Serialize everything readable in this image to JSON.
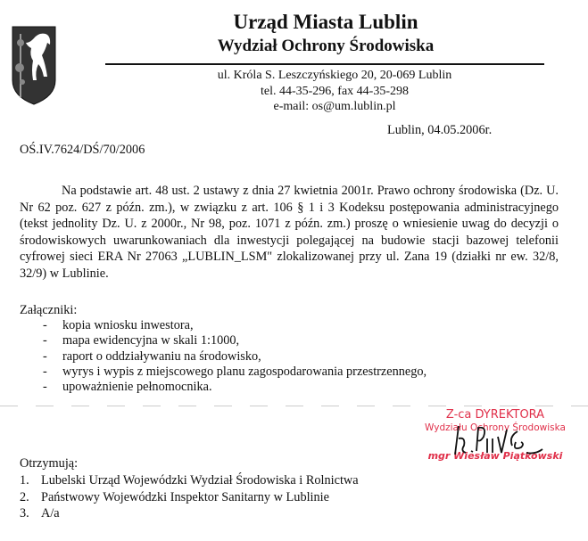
{
  "letterhead": {
    "title": "Urząd Miasta Lublin",
    "subtitle": "Wydział Ochrony Środowiska",
    "address": "ul. Króla S. Leszczyńskiego 20, 20-069 Lublin",
    "phone": "tel. 44-35-296, fax 44-35-298",
    "email": "e-mail: os@um.lublin.pl"
  },
  "date": "Lublin, 04.05.2006r.",
  "reference": "OŚ.IV.7624/DŚ/70/2006",
  "body": "Na podstawie art. 48 ust. 2 ustawy z dnia 27 kwietnia 2001r. Prawo ochrony środowiska (Dz. U. Nr 62 poz. 627 z późn. zm.), w związku z  art. 106 § 1 i 3 Kodeksu postępowania administracyjnego (tekst jednolity Dz. U. z 2000r., Nr 98, poz. 1071 z późn. zm.) proszę o wniesienie uwag do decyzji o środowiskowych uwarunkowaniach dla inwestycji polegającej na budowie stacji bazowej telefonii cyfrowej sieci ERA Nr 27063 „LUBLIN_LSM\" zlokalizowanej przy ul. Zana 19 (działki nr ew. 32/8, 32/9) w Lublinie.",
  "attachments": {
    "heading": "Załączniki:",
    "bullet": "-",
    "items": [
      "kopia wniosku inwestora,",
      "mapa ewidencyjna w skali 1:1000,",
      "raport o oddziaływaniu na środowisko,",
      "wyrys i wypis z miejscowego planu zagospodarowania przestrzennego,",
      "upoważnienie pełnomocnika."
    ]
  },
  "stamp": {
    "line1": "Z-ca DYREKTORA",
    "line2": "Wydziału Ochrony Środowiska",
    "name": "mgr Wiesław Piątkowski",
    "color": "#e0304a"
  },
  "recipients": {
    "heading": "Otrzymują:",
    "items": [
      {
        "num": "1.",
        "text": "Lubelski Urząd Wojewódzki Wydział Środowiska i Rolnictwa"
      },
      {
        "num": "2.",
        "text": "Państwowy Wojewódzki Inspektor Sanitarny w Lublinie"
      },
      {
        "num": "3.",
        "text": "A/a"
      }
    ]
  }
}
